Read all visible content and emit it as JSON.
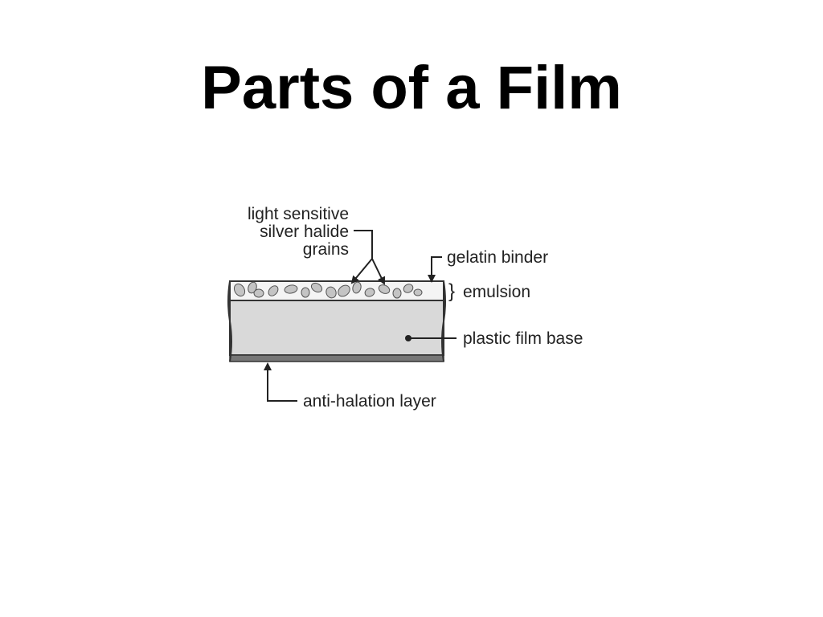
{
  "title": "Parts of a Film",
  "diagram": {
    "labels": {
      "grains_line1": "light sensitive",
      "grains_line2": "silver halide",
      "grains_line3": "grains",
      "gelatin": "gelatin binder",
      "emulsion": "emulsion",
      "emulsion_brace": "}",
      "base": "plastic film base",
      "antihalation": "anti-halation layer"
    },
    "colors": {
      "emulsion_fill": "#f4f4f4",
      "base_fill": "#d9d9d9",
      "antihalation_fill": "#777777",
      "grain_fill": "#c4c4c4",
      "outline": "#333333"
    }
  }
}
